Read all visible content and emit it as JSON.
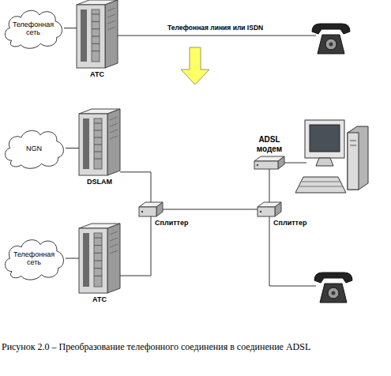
{
  "diagram": {
    "caption": "Рисунок 2.0 – Преобразование телефонного соединения в соединение ADSL",
    "nodes": [
      {
        "text": [
          "Телефонная сеть"
        ]
      },
      {
        "text": [
          "АТС"
        ]
      },
      {
        "text": [
          "NGN"
        ]
      },
      {
        "text": [
          "DSLAM"
        ]
      },
      {
        "text": [
          "Сплиттер"
        ]
      },
      {
        "text": [
          "ADSL модем"
        ]
      },
      {
        "text": [
          "Сплиттер"
        ]
      },
      {
        "text": [
          "Телефонная сеть"
        ]
      },
      {
        "text": [
          "АТС"
        ]
      }
    ],
    "edges": [
      {
        "from": 0,
        "to": 1,
        "arrow": "none"
      },
      {
        "from": 2,
        "to": 3,
        "arrow": "none"
      },
      {
        "from": 3,
        "to": 4,
        "arrow": "none"
      },
      {
        "from": 8,
        "to": 4,
        "arrow": "none"
      },
      {
        "from": 4,
        "to": 6,
        "arrow": "none"
      },
      {
        "from": 6,
        "to": 5,
        "arrow": "none"
      },
      {
        "from": 7,
        "to": 8,
        "arrow": "none"
      }
    ],
    "labels": [
      "Телефонная линия или ISDN"
    ]
  }
}
